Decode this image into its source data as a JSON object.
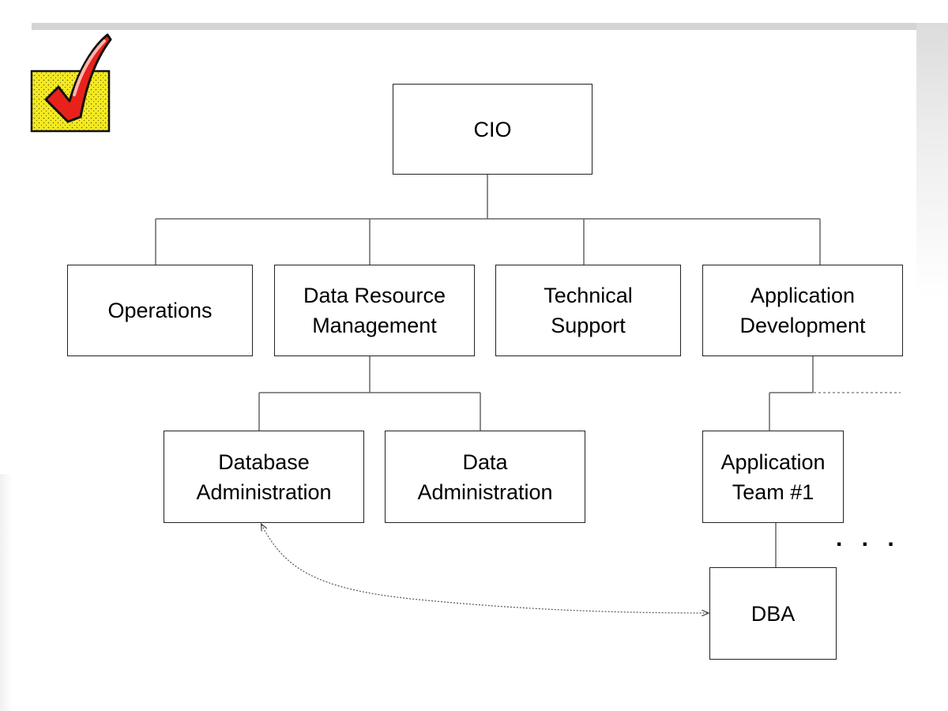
{
  "colors": {
    "line": "#666666",
    "box_border": "#222222",
    "check_red": "#e8221b",
    "check_yellow": "#f4ea22"
  },
  "logo": {
    "icon": "red-checkmark-icon"
  },
  "nodes": {
    "cio": "CIO",
    "operations": "Operations",
    "data_resource_management": [
      "Data Resource",
      "Management"
    ],
    "technical_support": [
      "Technical",
      "Support"
    ],
    "application_development": [
      "Application",
      "Development"
    ],
    "database_administration": [
      "Database",
      "Administration"
    ],
    "data_administration": [
      "Data",
      "Administration"
    ],
    "application_team_1": [
      "Application",
      "Team #1"
    ],
    "dba": "DBA"
  },
  "ellipsis": ". . ."
}
